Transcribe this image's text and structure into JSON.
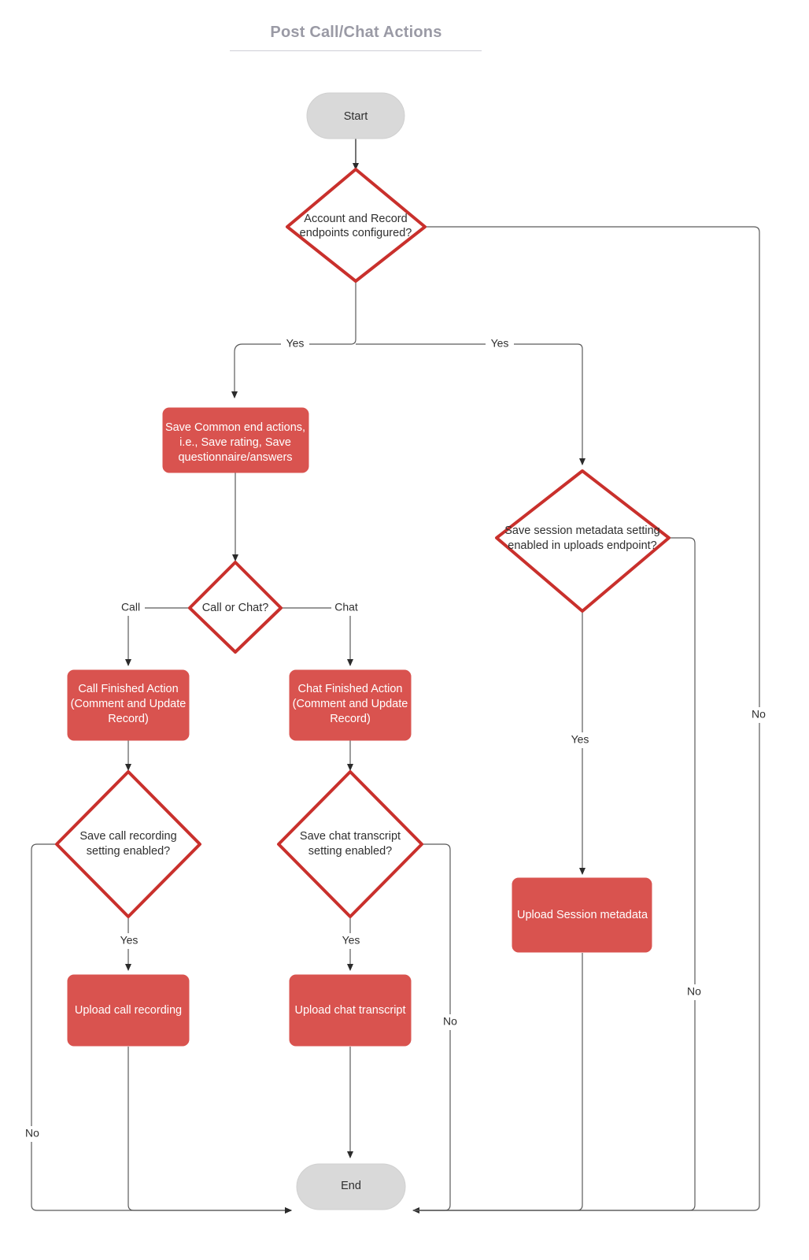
{
  "header": {
    "title": "Post Call/Chat Actions"
  },
  "colors": {
    "process_fill": "#d9534f",
    "decision_stroke": "#c9302c",
    "terminal_fill": "#d9d9d9",
    "edge_stroke": "#5a5a5a",
    "title_color": "#9a9aa5",
    "process_text": "#ffffff",
    "node_text": "#2f2f2f"
  },
  "nodes": {
    "start": {
      "label": "Start",
      "type": "terminal"
    },
    "decision_endpoints": {
      "label_line1": "Account and Record",
      "label_line2": "endpoints configured?",
      "type": "decision"
    },
    "save_common": {
      "label_line1": "Save Common end actions,",
      "label_line2": "i.e., Save rating, Save",
      "label_line3": "questionnaire/answers",
      "type": "process"
    },
    "decision_call_or_chat": {
      "label": "Call or Chat?",
      "type": "decision"
    },
    "call_finished": {
      "label_line1": "Call Finished Action",
      "label_line2": "(Comment and Update",
      "label_line3": "Record)",
      "type": "process"
    },
    "chat_finished": {
      "label_line1": "Chat Finished Action",
      "label_line2": "(Comment and Update",
      "label_line3": "Record)",
      "type": "process"
    },
    "decision_call_recording": {
      "label_line1": "Save call recording",
      "label_line2": "setting enabled?",
      "type": "decision"
    },
    "decision_chat_transcript": {
      "label_line1": "Save chat transcript",
      "label_line2": "setting enabled?",
      "type": "decision"
    },
    "upload_call_recording": {
      "label": "Upload call recording",
      "type": "process"
    },
    "upload_chat_transcript": {
      "label": "Upload chat transcript",
      "type": "process"
    },
    "decision_session_metadata": {
      "label_line1": "Save session metadata setting",
      "label_line2": "enabled in uploads endpoint?",
      "type": "decision"
    },
    "upload_session_metadata": {
      "label": "Upload Session metadata",
      "type": "process"
    },
    "end": {
      "label": "End",
      "type": "terminal"
    }
  },
  "edge_labels": {
    "endpoints_yes_left": "Yes",
    "endpoints_yes_right": "Yes",
    "endpoints_no_right": "No",
    "branch_call": "Call",
    "branch_chat": "Chat",
    "call_recording_yes": "Yes",
    "call_recording_no": "No",
    "chat_transcript_yes": "Yes",
    "chat_transcript_no": "No",
    "session_metadata_yes": "Yes",
    "session_metadata_no": "No"
  },
  "chart_data": {
    "type": "diagram",
    "title": "Post Call/Chat Actions",
    "nodes": [
      {
        "id": "start",
        "shape": "terminal",
        "text": "Start"
      },
      {
        "id": "decision_endpoints",
        "shape": "decision",
        "text": "Account and Record endpoints configured?"
      },
      {
        "id": "save_common",
        "shape": "process",
        "text": "Save Common end actions, i.e., Save rating, Save questionnaire/answers"
      },
      {
        "id": "decision_call_or_chat",
        "shape": "decision",
        "text": "Call or Chat?"
      },
      {
        "id": "call_finished",
        "shape": "process",
        "text": "Call Finished Action (Comment and Update Record)"
      },
      {
        "id": "chat_finished",
        "shape": "process",
        "text": "Chat Finished Action (Comment and Update Record)"
      },
      {
        "id": "decision_call_recording",
        "shape": "decision",
        "text": "Save call recording setting enabled?"
      },
      {
        "id": "decision_chat_transcript",
        "shape": "decision",
        "text": "Save chat transcript setting enabled?"
      },
      {
        "id": "upload_call_recording",
        "shape": "process",
        "text": "Upload call recording"
      },
      {
        "id": "upload_chat_transcript",
        "shape": "process",
        "text": "Upload chat transcript"
      },
      {
        "id": "decision_session_metadata",
        "shape": "decision",
        "text": "Save session metadata setting enabled in uploads endpoint?"
      },
      {
        "id": "upload_session_metadata",
        "shape": "process",
        "text": "Upload Session metadata"
      },
      {
        "id": "end",
        "shape": "terminal",
        "text": "End"
      }
    ],
    "edges": [
      {
        "from": "start",
        "to": "decision_endpoints",
        "label": ""
      },
      {
        "from": "decision_endpoints",
        "to": "save_common",
        "label": "Yes"
      },
      {
        "from": "decision_endpoints",
        "to": "decision_session_metadata",
        "label": "Yes"
      },
      {
        "from": "decision_endpoints",
        "to": "end",
        "label": "No"
      },
      {
        "from": "save_common",
        "to": "decision_call_or_chat",
        "label": ""
      },
      {
        "from": "decision_call_or_chat",
        "to": "call_finished",
        "label": "Call"
      },
      {
        "from": "decision_call_or_chat",
        "to": "chat_finished",
        "label": "Chat"
      },
      {
        "from": "call_finished",
        "to": "decision_call_recording",
        "label": ""
      },
      {
        "from": "chat_finished",
        "to": "decision_chat_transcript",
        "label": ""
      },
      {
        "from": "decision_call_recording",
        "to": "upload_call_recording",
        "label": "Yes"
      },
      {
        "from": "decision_call_recording",
        "to": "end",
        "label": "No"
      },
      {
        "from": "decision_chat_transcript",
        "to": "upload_chat_transcript",
        "label": "Yes"
      },
      {
        "from": "decision_chat_transcript",
        "to": "end",
        "label": "No"
      },
      {
        "from": "upload_call_recording",
        "to": "end",
        "label": ""
      },
      {
        "from": "upload_chat_transcript",
        "to": "end",
        "label": ""
      },
      {
        "from": "decision_session_metadata",
        "to": "upload_session_metadata",
        "label": "Yes"
      },
      {
        "from": "decision_session_metadata",
        "to": "end",
        "label": "No"
      },
      {
        "from": "upload_session_metadata",
        "to": "end",
        "label": ""
      }
    ]
  }
}
